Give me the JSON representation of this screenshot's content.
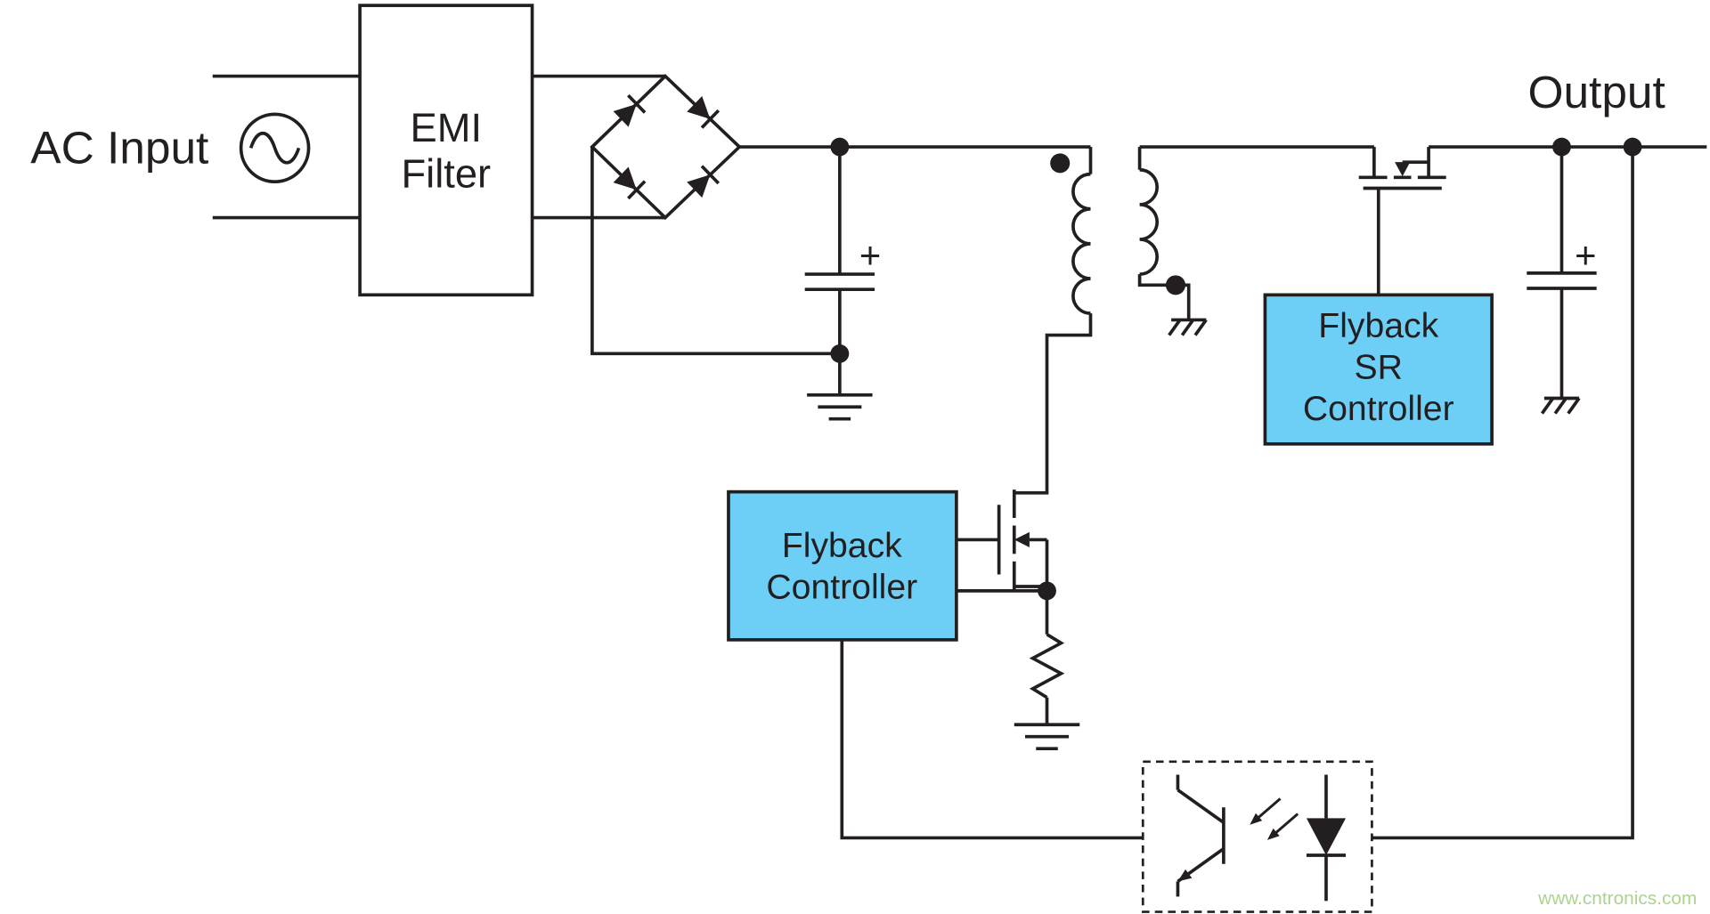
{
  "diagram": {
    "ac_input_label": "AC Input",
    "output_label": "Output",
    "bulk_cap_plus": "+",
    "output_cap_plus": "+",
    "emi_filter": {
      "line1": "EMI",
      "line2": "Filter"
    },
    "flyback_controller": {
      "line1": "Flyback",
      "line2": "Controller"
    },
    "flyback_sr_controller": {
      "line1": "Flyback",
      "line2": "SR",
      "line3": "Controller"
    },
    "watermark": "www.cntronics.com"
  },
  "colors": {
    "line": "#231F20",
    "block_fill": "#6DCFF6",
    "block_border": "#231F20",
    "watermark": "#ACD48E",
    "background": "#FFFFFF"
  }
}
